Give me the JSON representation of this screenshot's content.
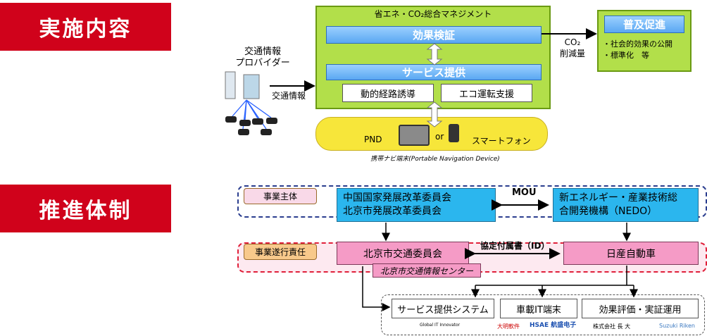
{
  "labels": {
    "implementation": "実施内容",
    "structure": "推進体制"
  },
  "top": {
    "mgmt_title": "省エネ・CO₂総合マネジメント",
    "effect_verify": "効果検証",
    "service_provide": "サービス提供",
    "dynamic_route": "動的経路誘導",
    "eco_drive": "エコ運転支援",
    "co2_reduction": "CO₂\n削減量",
    "promotion_title": "普及促進",
    "promotion_items": "・社会的効果の公開\n・標準化　等",
    "provider": "交通情報\nプロバイダー",
    "traffic_info": "交通情報",
    "pnd": "PND",
    "or": "or",
    "smartphone": "スマートフォン",
    "device_caption": "携帯ナビ端末(Portable Navigation Device)"
  },
  "bottom": {
    "business_owner": "事業主体",
    "china_ndrc": "中国国家発展改革委員会\n北京市発展改革委員会",
    "mou": "MOU",
    "nedo": "新エネルギー・産業技術総\n合開発機構（NEDO）",
    "execution": "事業遂行責任",
    "beijing_committee": "北京市交通委員会",
    "agreement": "協定付属書（ID）",
    "nissan": "日産自動車",
    "beijing_center": "北京市交通情報センター",
    "service_system": "サービス提供システム",
    "onboard_it": "車載IT端末",
    "evaluation": "効果評価・実証運用",
    "logos": [
      "Global IT Innovator",
      "大明軟件",
      "HSAE 航盛电子",
      "株式会社 長 大",
      "Suzuki Riken"
    ]
  },
  "colors": {
    "red": "#d0021b",
    "green": "#b2df4a",
    "blue": "#5aa7f2",
    "cyan": "#2bb6ee",
    "pink": "#f59bc6"
  }
}
